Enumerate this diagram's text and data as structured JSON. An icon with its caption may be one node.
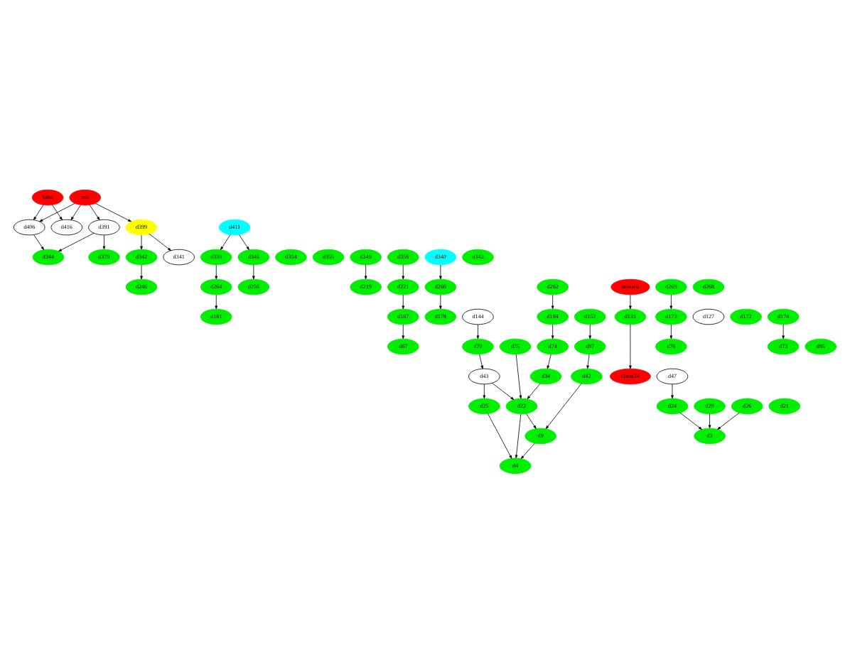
{
  "diagram": {
    "nodes": [
      {
        "text": [
          "haha"
        ]
      },
      {
        "text": [
          "nol"
        ]
      },
      {
        "text": [
          "d411"
        ]
      },
      {
        "text": [
          "d391"
        ]
      },
      {
        "text": [
          "d416"
        ]
      },
      {
        "text": [
          "d406"
        ]
      },
      {
        "text": [
          "d399"
        ]
      },
      {
        "text": [
          "d354"
        ]
      },
      {
        "text": [
          "d333"
        ]
      },
      {
        "text": [
          "d346"
        ]
      },
      {
        "text": [
          "d379"
        ]
      },
      {
        "text": [
          "d355"
        ]
      },
      {
        "text": [
          "d349"
        ]
      },
      {
        "text": [
          "d344"
        ]
      },
      {
        "text": [
          "d356"
        ]
      },
      {
        "text": [
          "d340"
        ]
      },
      {
        "text": [
          "d342"
        ]
      },
      {
        "text": [
          "d343"
        ]
      },
      {
        "text": [
          "d341"
        ]
      },
      {
        "text": [
          "d256"
        ]
      },
      {
        "text": [
          "d264"
        ]
      },
      {
        "text": [
          "d262"
        ]
      },
      {
        "text": [
          "d219"
        ]
      },
      {
        "text": [
          "nostar6"
        ]
      },
      {
        "text": [
          "d269"
        ]
      },
      {
        "text": [
          "d268"
        ]
      },
      {
        "text": [
          "d221"
        ]
      },
      {
        "text": [
          "d266"
        ]
      },
      {
        "text": [
          "d246"
        ]
      },
      {
        "text": [
          "d181"
        ]
      },
      {
        "text": [
          "d144"
        ]
      },
      {
        "text": [
          "d127"
        ]
      },
      {
        "text": [
          "d184"
        ]
      },
      {
        "text": [
          "d153"
        ]
      },
      {
        "text": [
          "d131"
        ]
      },
      {
        "text": [
          "d173"
        ]
      },
      {
        "text": [
          "d172"
        ]
      },
      {
        "text": [
          "d187"
        ]
      },
      {
        "text": [
          "d174"
        ]
      },
      {
        "text": [
          "d178"
        ]
      },
      {
        "text": [
          "d95"
        ]
      },
      {
        "text": [
          "d70"
        ]
      },
      {
        "text": [
          "d75"
        ]
      },
      {
        "text": [
          "d74"
        ]
      },
      {
        "text": [
          "d97"
        ]
      },
      {
        "text": [
          "d76"
        ]
      },
      {
        "text": [
          "d67"
        ]
      },
      {
        "text": [
          "d73"
        ]
      },
      {
        "text": [
          "d43"
        ]
      },
      {
        "text": [
          "d34"
        ]
      },
      {
        "text": [
          "d47"
        ]
      },
      {
        "text": [
          "t1star24"
        ]
      },
      {
        "text": [
          "d42"
        ]
      },
      {
        "text": [
          "d29"
        ]
      },
      {
        "text": [
          "d21"
        ]
      },
      {
        "text": [
          "d25"
        ]
      },
      {
        "text": [
          "d22"
        ]
      },
      {
        "text": [
          "d26"
        ]
      },
      {
        "text": [
          "d24"
        ]
      },
      {
        "text": [
          "d3"
        ]
      },
      {
        "text": [
          "d9"
        ]
      },
      {
        "text": [
          "d4"
        ]
      }
    ],
    "edges": [
      {
        "from": 0,
        "to": 4,
        "arrow": "to"
      },
      {
        "from": 0,
        "to": 5,
        "arrow": "to"
      },
      {
        "from": 1,
        "to": 3,
        "arrow": "to"
      },
      {
        "from": 1,
        "to": 4,
        "arrow": "to"
      },
      {
        "from": 1,
        "to": 5,
        "arrow": "to"
      },
      {
        "from": 1,
        "to": 6,
        "arrow": "to"
      },
      {
        "from": 2,
        "to": 8,
        "arrow": "to"
      },
      {
        "from": 2,
        "to": 9,
        "arrow": "to"
      },
      {
        "from": 3,
        "to": 10,
        "arrow": "to"
      },
      {
        "from": 3,
        "to": 13,
        "arrow": "to"
      },
      {
        "from": 5,
        "to": 13,
        "arrow": "to"
      },
      {
        "from": 6,
        "to": 16,
        "arrow": "to"
      },
      {
        "from": 6,
        "to": 18,
        "arrow": "to"
      },
      {
        "from": 8,
        "to": 20,
        "arrow": "to"
      },
      {
        "from": 9,
        "to": 19,
        "arrow": "to"
      },
      {
        "from": 14,
        "to": 26,
        "arrow": "to"
      },
      {
        "from": 15,
        "to": 27,
        "arrow": "to"
      },
      {
        "from": 16,
        "to": 28,
        "arrow": "to"
      },
      {
        "from": 12,
        "to": 22,
        "arrow": "to"
      },
      {
        "from": 20,
        "to": 29,
        "arrow": "to"
      },
      {
        "from": 21,
        "to": 32,
        "arrow": "to"
      },
      {
        "from": 24,
        "to": 35,
        "arrow": "to"
      },
      {
        "from": 26,
        "to": 37,
        "arrow": "to"
      },
      {
        "from": 27,
        "to": 39,
        "arrow": "to"
      },
      {
        "from": 23,
        "to": 34,
        "arrow": "to"
      },
      {
        "from": 30,
        "to": 41,
        "arrow": "to"
      },
      {
        "from": 32,
        "to": 43,
        "arrow": "to"
      },
      {
        "from": 33,
        "to": 44,
        "arrow": "to"
      },
      {
        "from": 35,
        "to": 45,
        "arrow": "to"
      },
      {
        "from": 37,
        "to": 46,
        "arrow": "to"
      },
      {
        "from": 38,
        "to": 47,
        "arrow": "to"
      },
      {
        "from": 34,
        "to": 51,
        "arrow": "to"
      },
      {
        "from": 43,
        "to": 49,
        "arrow": "to"
      },
      {
        "from": 44,
        "to": 52,
        "arrow": "to"
      },
      {
        "from": 41,
        "to": 48,
        "arrow": "to"
      },
      {
        "from": 42,
        "to": 56,
        "arrow": "to"
      },
      {
        "from": 48,
        "to": 56,
        "arrow": "to"
      },
      {
        "from": 48,
        "to": 55,
        "arrow": "to"
      },
      {
        "from": 50,
        "to": 58,
        "arrow": "to"
      },
      {
        "from": 49,
        "to": 56,
        "arrow": "to"
      },
      {
        "from": 55,
        "to": 61,
        "arrow": "to"
      },
      {
        "from": 56,
        "to": 61,
        "arrow": "to"
      },
      {
        "from": 56,
        "to": 60,
        "arrow": "to"
      },
      {
        "from": 57,
        "to": 59,
        "arrow": "to"
      },
      {
        "from": 58,
        "to": 59,
        "arrow": "to"
      },
      {
        "from": 60,
        "to": 61,
        "arrow": "to"
      },
      {
        "from": 52,
        "to": 60,
        "arrow": "to"
      },
      {
        "from": 53,
        "to": 59,
        "arrow": "to"
      }
    ]
  }
}
